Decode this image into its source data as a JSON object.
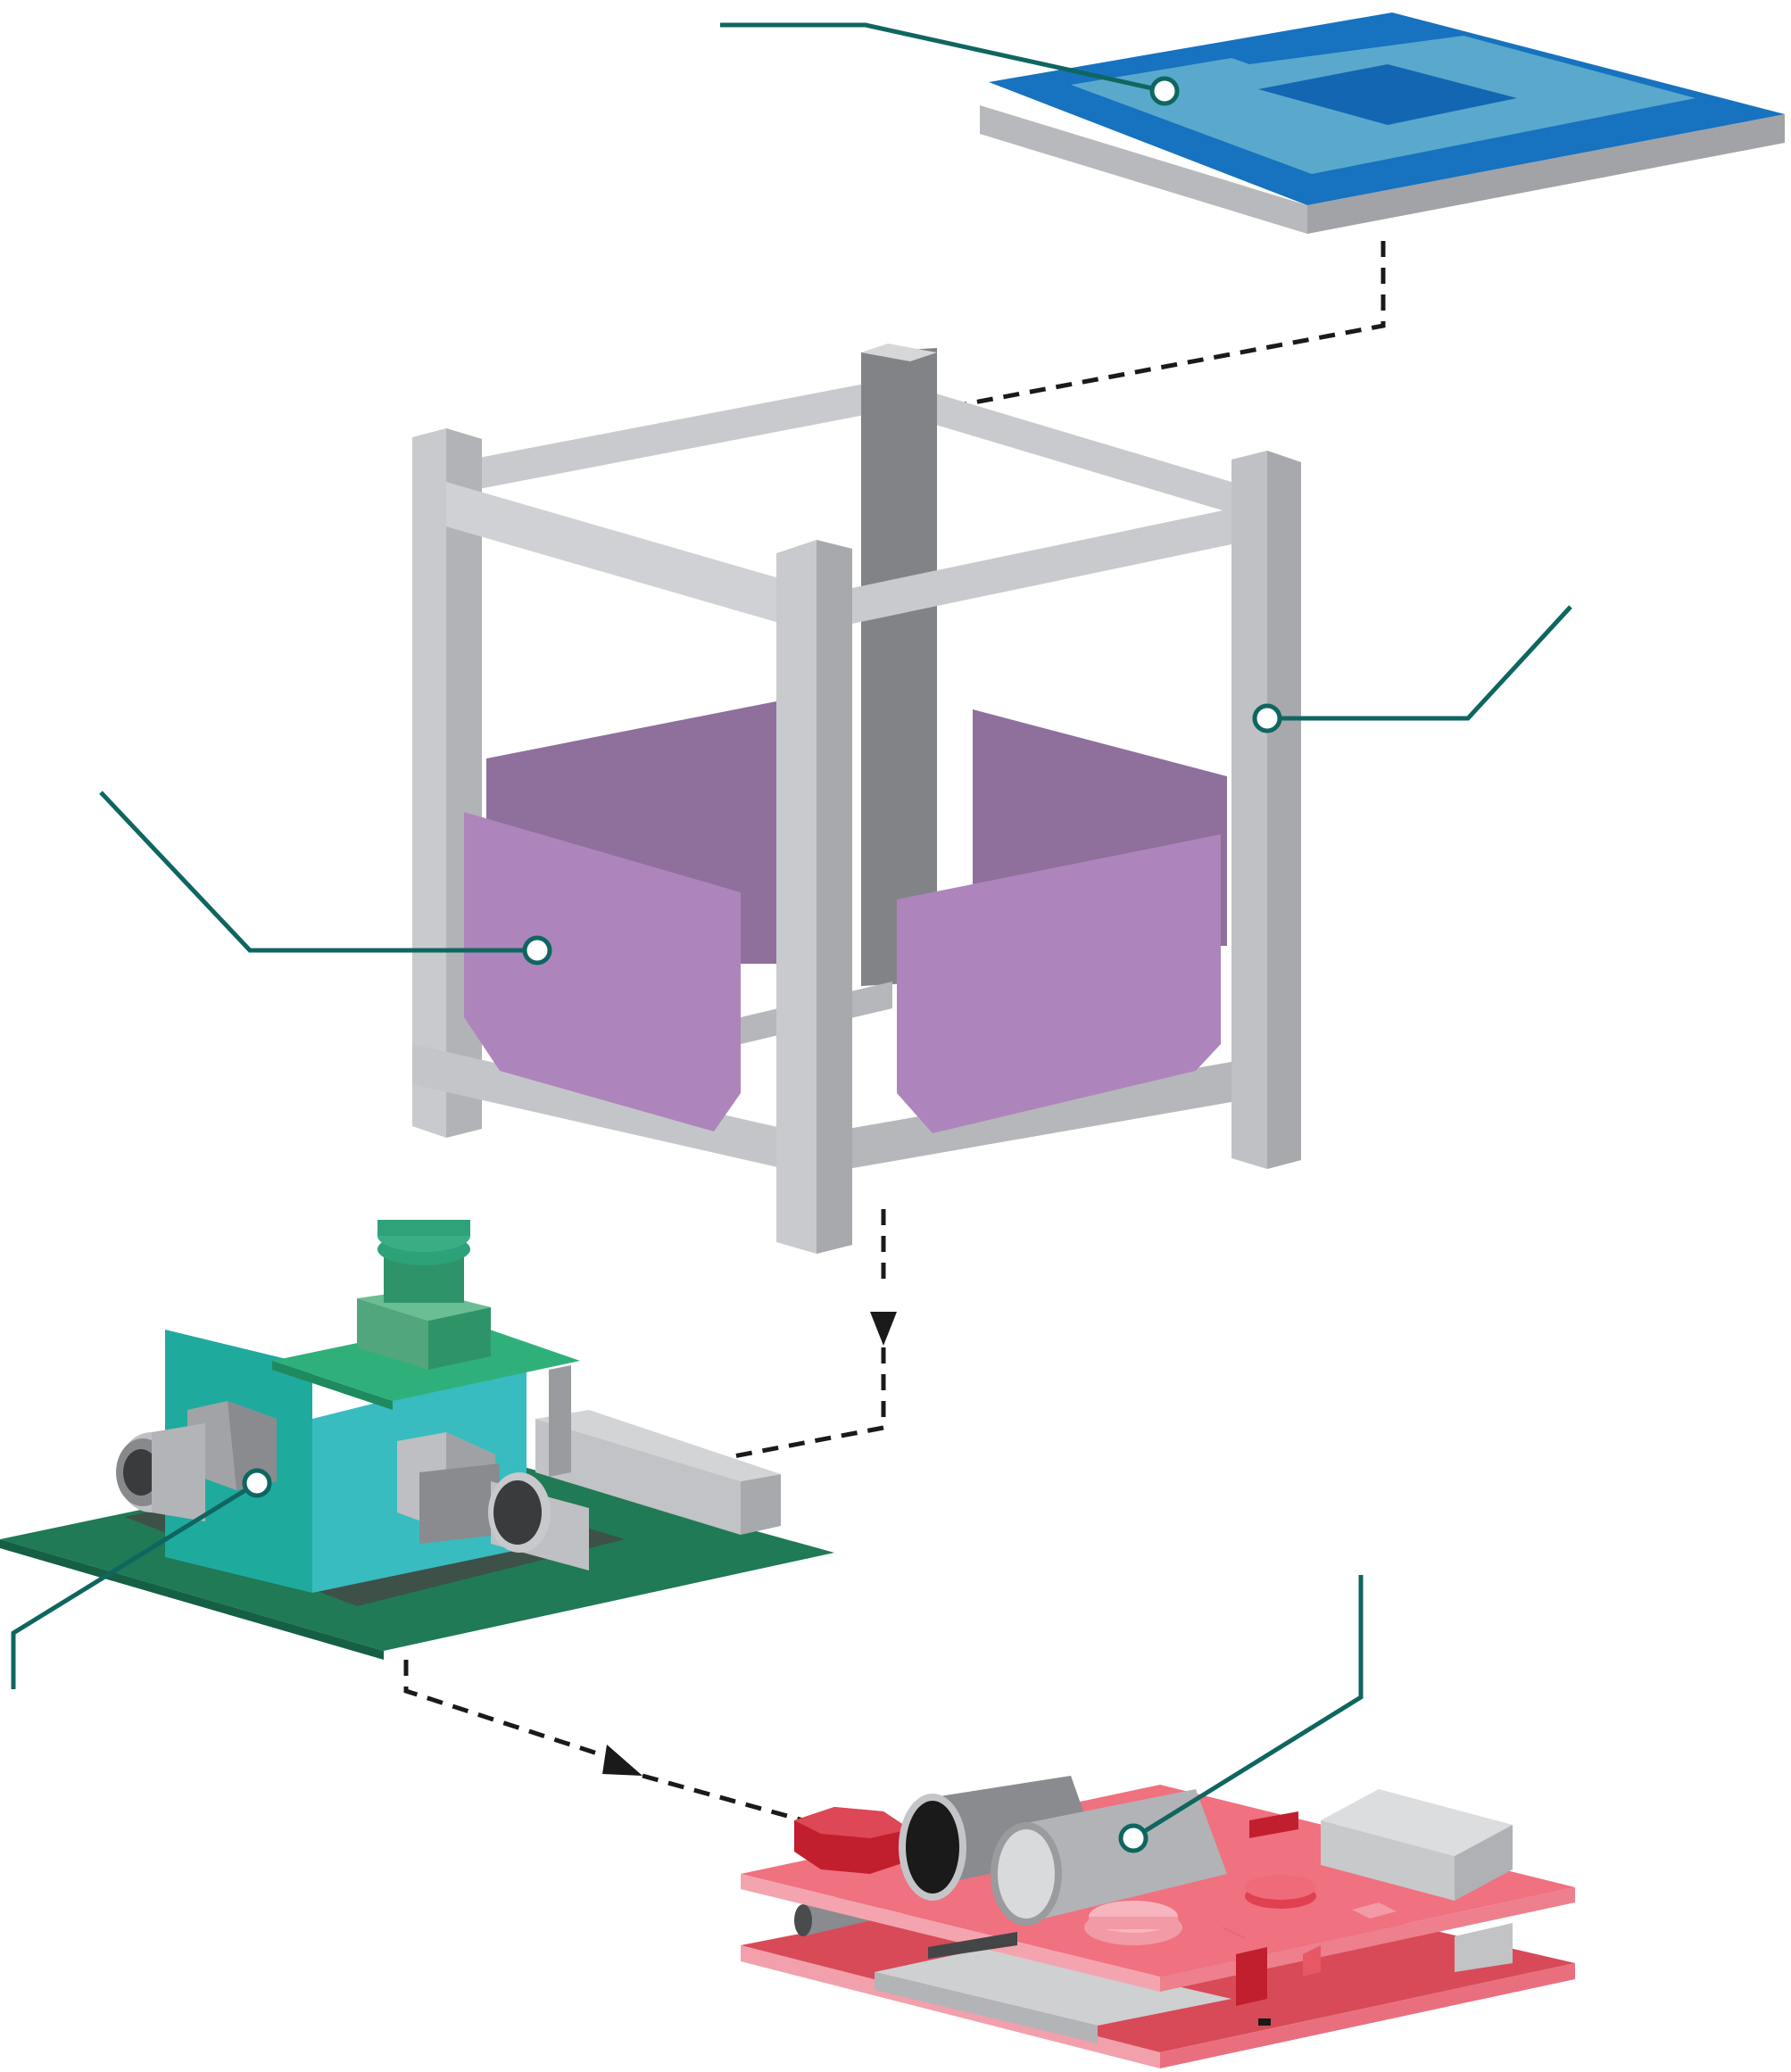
{
  "diagram": {
    "kind": "exploded-assembly-illustration",
    "components": [
      {
        "id": "top-panel",
        "name": "solar-panel",
        "colors": {
          "base": "#1a73bf",
          "cell": "#59a9cb",
          "edge": "#a8a9ad"
        }
      },
      {
        "id": "frame",
        "name": "cubesat-frame",
        "colors": {
          "light": "#c9cacd",
          "mid": "#a8a9ac",
          "dark": "#828386"
        }
      },
      {
        "id": "side-panels",
        "name": "side-solar-panels",
        "colors": {
          "back": "#8f6f9c",
          "front": "#ad85bc"
        }
      },
      {
        "id": "camera-board",
        "name": "camera-board",
        "colors": {
          "pcb": "#1f7a55",
          "teal": "#35b7b5",
          "green": "#2e9a6b"
        }
      },
      {
        "id": "power-board",
        "name": "power-board",
        "colors": {
          "pcb": "#f07180",
          "dark": "#d94a5a",
          "red": "#c3232f"
        }
      }
    ],
    "callout_color": "#0f6660",
    "arrow_color": "#1a1a1a"
  }
}
